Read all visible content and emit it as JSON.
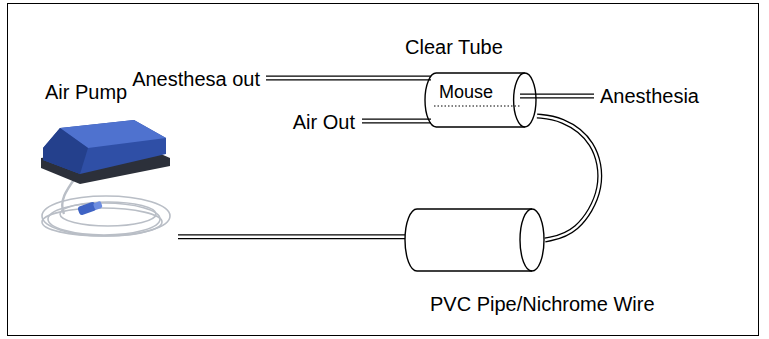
{
  "diagram": {
    "nodes": [
      {
        "text": [
          "Clear Tube",
          "Mouse"
        ]
      },
      {
        "text": [
          "Air Pump"
        ]
      },
      {
        "text": [
          "PVC Pipe/Nichrome Wire"
        ]
      }
    ],
    "edges": [
      {
        "from": 1,
        "to": 2,
        "arrow": "none"
      },
      {
        "from": 2,
        "to": 0,
        "arrow": "none"
      }
    ],
    "labels": [
      "Anesthesa out",
      "Air Out",
      "Anesthesia"
    ]
  }
}
